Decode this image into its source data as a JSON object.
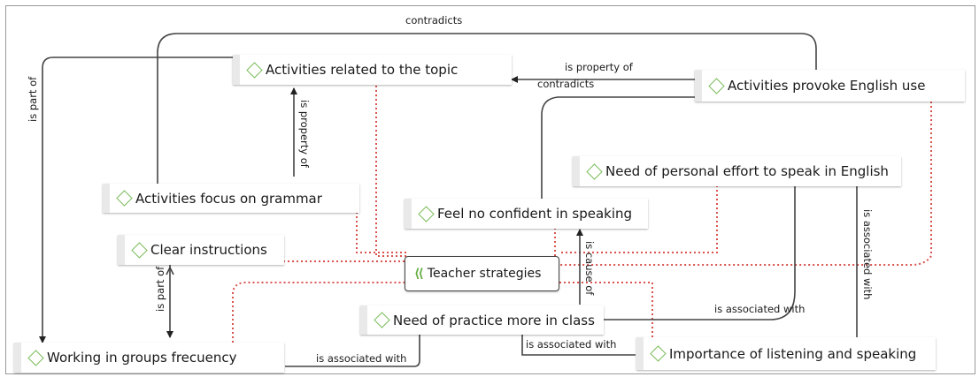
{
  "nodes": [
    {
      "id": "activities-topic",
      "label": "Activities related to the topic"
    },
    {
      "id": "activities-provoke",
      "label": "Activities provoke English use"
    },
    {
      "id": "personal-effort",
      "label": "Need of personal effort to speak in English"
    },
    {
      "id": "focus-grammar",
      "label": "Activities focus on grammar"
    },
    {
      "id": "no-confident",
      "label": "Feel no confident in speaking"
    },
    {
      "id": "clear-instructions",
      "label": "Clear instructions"
    },
    {
      "id": "teacher-strategies",
      "label": "Teacher strategies"
    },
    {
      "id": "practice-class",
      "label": "Need of practice more in class"
    },
    {
      "id": "working-groups",
      "label": "Working in groups frecuency"
    },
    {
      "id": "listening-speaking",
      "label": "Importance of listening and speaking"
    }
  ],
  "relations": {
    "contradicts_top": "contradicts",
    "is_part_of_left": "is part of",
    "is_property_of_top": "is property of",
    "contradicts_mid": "contradicts",
    "is_property_of_vertical": "is property of",
    "is_associated_with_right": "is associated with",
    "is_cause_of": "is cause of",
    "is_part_of_lower": "is part of",
    "is_associated_with_mid": "is associated with",
    "is_associated_with_low": "is associated with",
    "is_associated_with_bottom": "is associated with"
  },
  "colors": {
    "link": "#444444",
    "dotted_link": "#d9534f",
    "code_icon": "#7cbd5d"
  },
  "icons": {
    "code": "diamond-icon",
    "focus": "double-chevron-icon"
  }
}
